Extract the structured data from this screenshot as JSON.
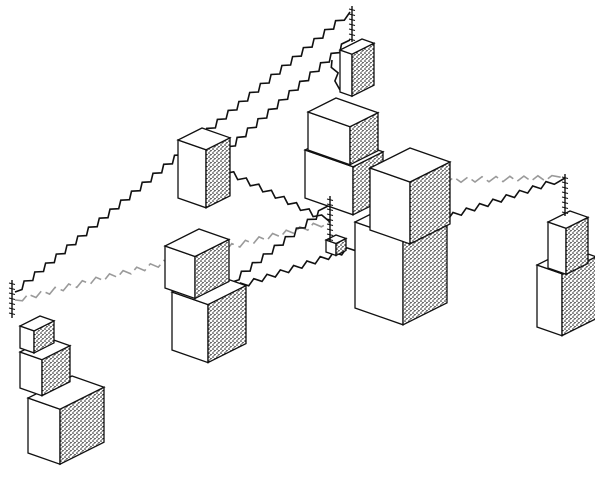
{
  "colors": {
    "ink": "#111111",
    "paper": "#ffffff",
    "faint": "#9a9a9a"
  },
  "figure": {
    "elements": [
      "relay-tower",
      "building-block",
      "zigzag-radio-link",
      "antenna-mast"
    ]
  }
}
